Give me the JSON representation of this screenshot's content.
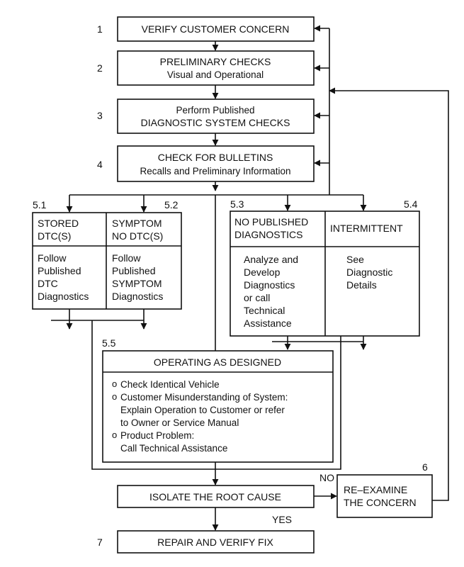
{
  "steps": {
    "s1": {
      "num": "1",
      "lines": [
        "VERIFY CUSTOMER CONCERN"
      ]
    },
    "s2": {
      "num": "2",
      "lines": [
        "PRELIMINARY CHECKS",
        "Visual and Operational"
      ]
    },
    "s3": {
      "num": "3",
      "lines": [
        "Perform Published",
        "DIAGNOSTIC SYSTEM CHECKS"
      ]
    },
    "s4": {
      "num": "4",
      "lines": [
        "CHECK FOR BULLETINS",
        "Recalls and Preliminary Information"
      ]
    },
    "s51": {
      "num": "5.1",
      "header": [
        "STORED",
        "DTC(S)"
      ],
      "body": [
        "Follow",
        "Published",
        "DTC",
        "Diagnostics"
      ]
    },
    "s52": {
      "num": "5.2",
      "header": [
        "SYMPTOM",
        "NO DTC(S)"
      ],
      "body": [
        "Follow",
        "Published",
        "SYMPTOM",
        "Diagnostics"
      ]
    },
    "s53": {
      "num": "5.3",
      "header": [
        "NO PUBLISHED",
        "DIAGNOSTICS"
      ],
      "body": [
        "Analyze and",
        "Develop",
        "Diagnostics",
        "or call",
        "Technical",
        "Assistance"
      ]
    },
    "s54": {
      "num": "5.4",
      "header": [
        "INTERMITTENT"
      ],
      "body": [
        "See",
        "Diagnostic",
        "Details"
      ]
    },
    "s55": {
      "num": "5.5",
      "title": "OPERATING AS DESIGNED",
      "bullets": [
        {
          "mark": "o",
          "lines": [
            "Check Identical Vehicle"
          ]
        },
        {
          "mark": "o",
          "lines": [
            "Customer Misunderstanding of System:",
            "Explain Operation to Customer or refer",
            "to Owner or Service Manual"
          ]
        },
        {
          "mark": "o",
          "lines": [
            "Product Problem:",
            "Call Technical Assistance"
          ]
        }
      ]
    },
    "isolate": {
      "lines": [
        "ISOLATE THE ROOT CAUSE"
      ]
    },
    "s6": {
      "num": "6",
      "lines": [
        "RE–EXAMINE",
        "THE CONCERN"
      ]
    },
    "s7": {
      "num": "7",
      "lines": [
        "REPAIR AND VERIFY FIX"
      ]
    }
  },
  "branch_labels": {
    "no": "NO",
    "yes": "YES"
  },
  "colors": {
    "line": "#111111",
    "text": "#111111",
    "background": "#ffffff"
  }
}
